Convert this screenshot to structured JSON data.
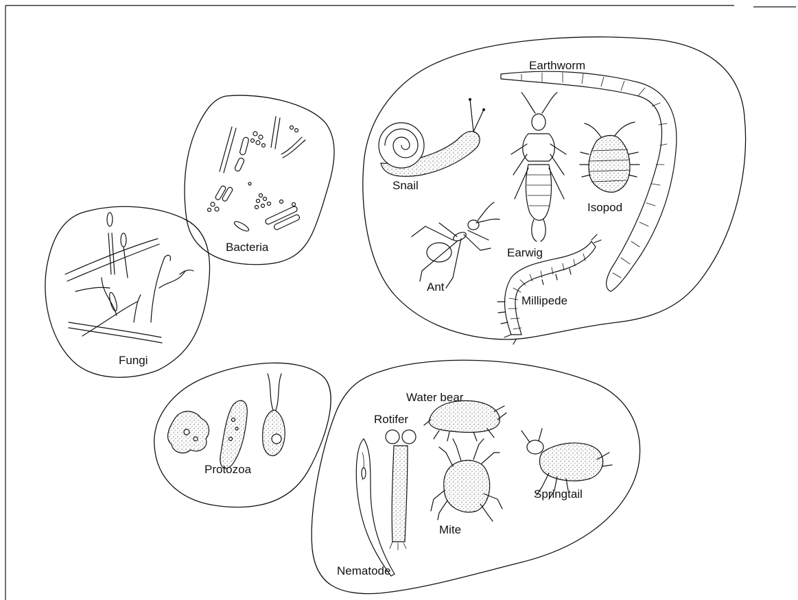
{
  "groups": {
    "bacteria": "Bacteria",
    "fungi": "Fungi",
    "protozoa": "Protozoa"
  },
  "organisms": {
    "earthworm": "Earthworm",
    "snail": "Snail",
    "isopod": "Isopod",
    "earwig": "Earwig",
    "ant": "Ant",
    "millipede": "Millipede",
    "water_bear": "Water bear",
    "rotifer": "Rotifer",
    "springtail": "Springtail",
    "mite": "Mite",
    "nematode": "Nematode"
  }
}
